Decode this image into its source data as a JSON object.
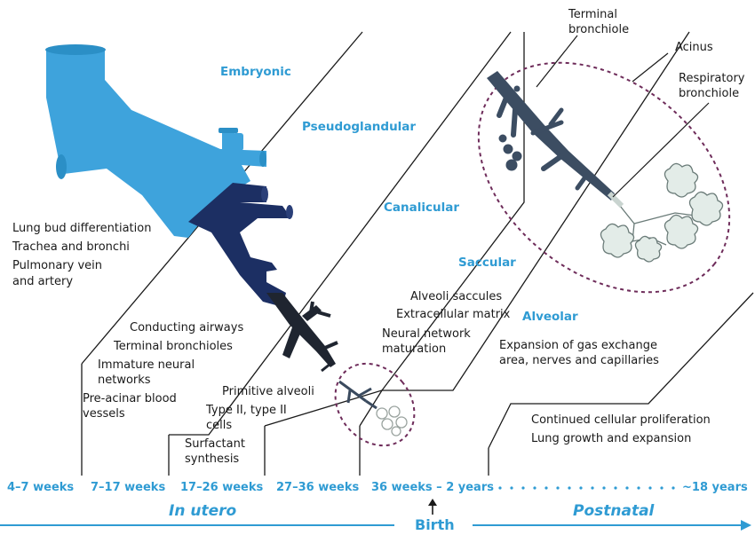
{
  "stages": {
    "embryonic": "Embryonic",
    "pseudoglandular": "Pseudoglandular",
    "canalicular": "Canalicular",
    "saccular": "Saccular",
    "alveolar": "Alveolar"
  },
  "embryonic_notes": [
    "Lung bud differentiation",
    "Trachea and bronchi",
    "Pulmonary vein",
    "and artery"
  ],
  "pseudoglandular_notes": [
    "Conducting airways",
    "Terminal bronchioles",
    "Immature neural",
    "networks",
    "Pre-acinar blood",
    "vessels"
  ],
  "canalicular_notes": [
    "Primitive alveoli",
    "Type II, type II",
    "cells",
    "Surfactant",
    "synthesis"
  ],
  "saccular_notes": [
    "Alveoli saccules",
    "Extracellular matrix",
    "Neural network",
    "maturation"
  ],
  "alveolar_notes": [
    "Expansion of gas exchange",
    "area, nerves and capillaries"
  ],
  "postnatal_notes": [
    "Continued cellular proliferation",
    "Lung growth and expansion"
  ],
  "annotations": {
    "terminal_bronchiole": [
      "Terminal",
      "bronchiole"
    ],
    "acinus": "Acinus",
    "respiratory_bronchiole": [
      "Respiratory",
      "bronchiole"
    ]
  },
  "timeline": [
    "4–7 weeks",
    "7–17 weeks",
    "17–26 weeks",
    "27–36 weeks",
    "36 weeks – 2 years",
    "~18 years"
  ],
  "bottom": {
    "in_utero": "In utero",
    "birth": "Birth",
    "postnatal": "Postnatal"
  },
  "colors": {
    "accent": "#2f9bd3",
    "light_airway": "#3ea3dc",
    "dark_airway": "#1c2f63",
    "black_airway": "#1f2530",
    "acinus_outline": "#6e2c5a",
    "alveoli": "#e3ece8"
  }
}
